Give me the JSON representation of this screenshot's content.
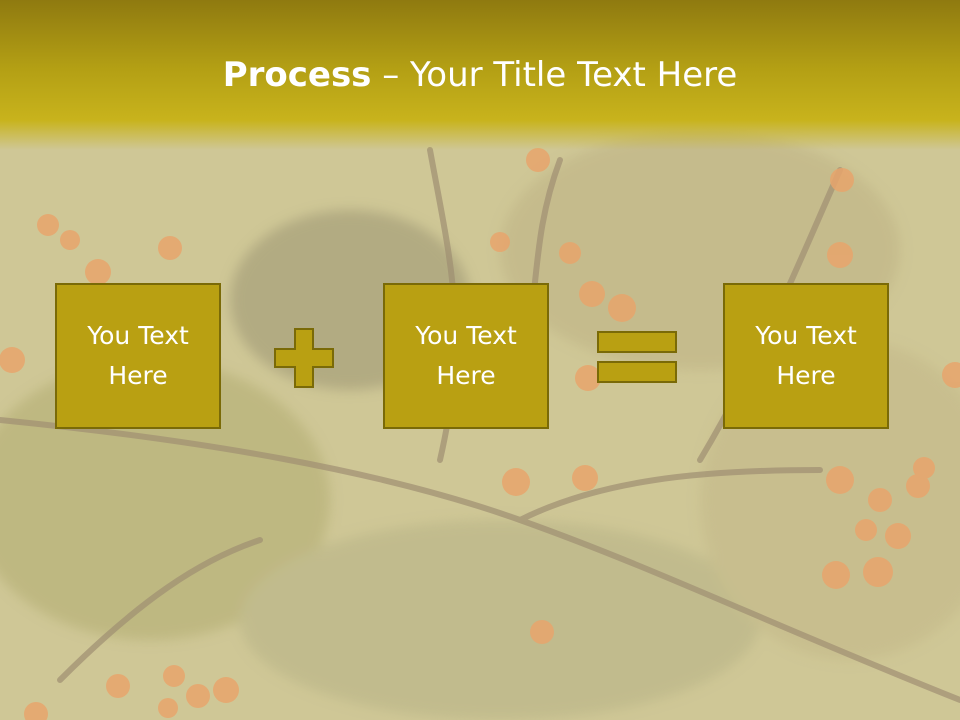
{
  "title": {
    "bold": "Process",
    "rest": " – Your Title Text Here"
  },
  "boxes": [
    {
      "text": "You Text\nHere"
    },
    {
      "text": "You Text\nHere"
    },
    {
      "text": "You Text\nHere"
    }
  ],
  "operators": [
    "plus-icon",
    "equals-icon"
  ],
  "colors": {
    "banner": "#b39f14",
    "box_fill": "#b9a012",
    "box_border": "#7a6a07",
    "text": "#ffffff"
  }
}
